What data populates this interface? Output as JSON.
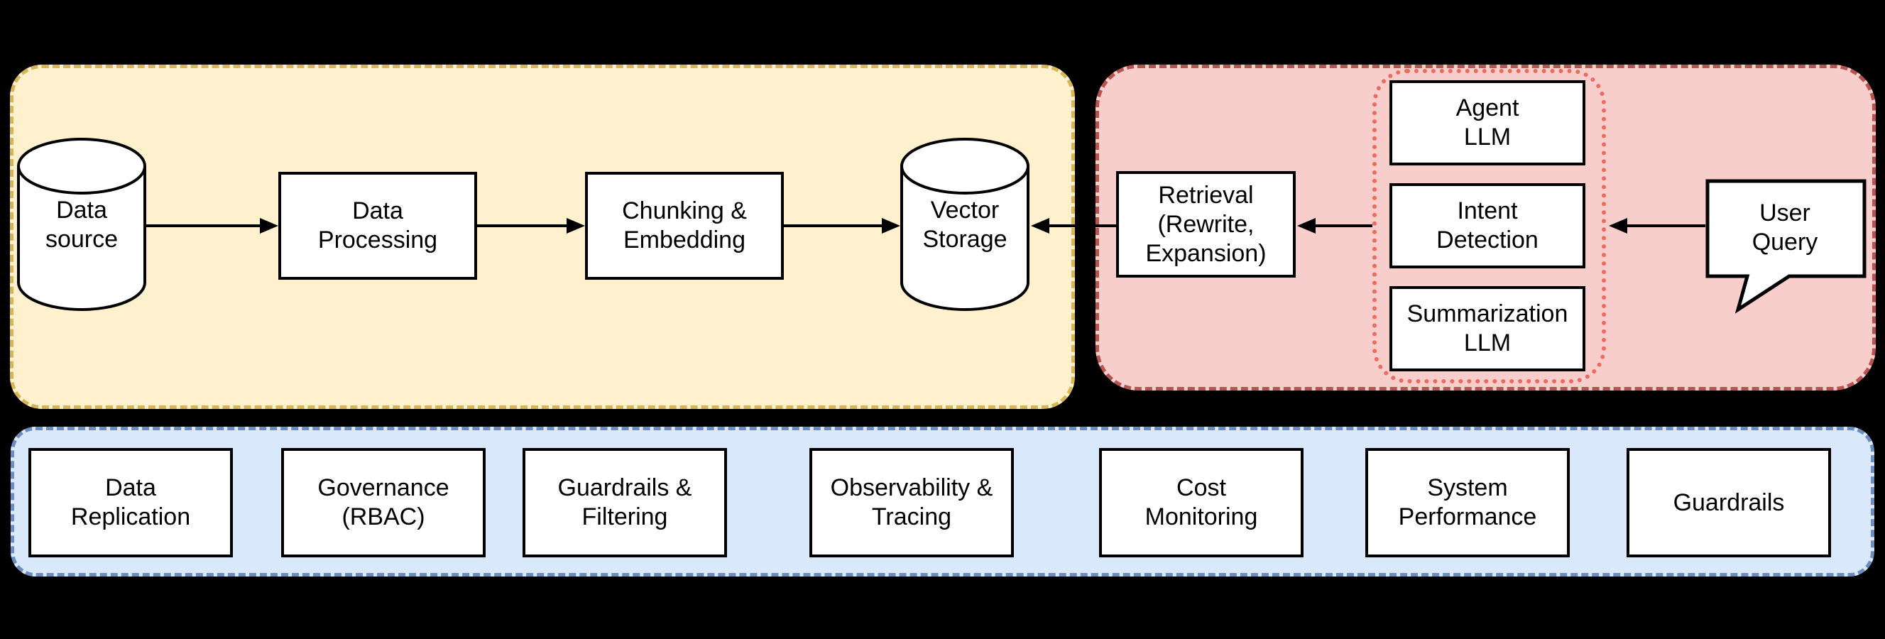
{
  "diagram": {
    "background": "#000000",
    "ingestion_panel": {
      "fill": "#fff1cd",
      "stroke": "#d6b656",
      "nodes": {
        "data_source": {
          "label": "Data\nsource"
        },
        "data_processing": {
          "label": "Data\nProcessing"
        },
        "chunking_embedding": {
          "label": "Chunking &\nEmbedding"
        },
        "vector_storage": {
          "label": "Vector\nStorage"
        }
      }
    },
    "query_panel": {
      "fill": "#f8cecc",
      "stroke": "#b85450",
      "nodes": {
        "retrieval": {
          "label": "Retrieval\n(Rewrite,\nExpansion)"
        },
        "user_query": {
          "label": "User\nQuery"
        }
      },
      "llm_group": {
        "stroke": "#ec6a5e",
        "nodes": {
          "agent_llm": {
            "label": "Agent\nLLM"
          },
          "intent_detection": {
            "label": "Intent\nDetection"
          },
          "summarization_llm": {
            "label": "Summarization\nLLM"
          }
        }
      }
    },
    "platform_panel": {
      "fill": "#dae8fc",
      "stroke": "#6c8ebf",
      "items": [
        {
          "label": "Data\nReplication"
        },
        {
          "label": "Governance\n(RBAC)"
        },
        {
          "label": "Guardrails &\nFiltering"
        },
        {
          "label": "Observability &\nTracing"
        },
        {
          "label": "Cost\nMonitoring"
        },
        {
          "label": "System\nPerformance"
        },
        {
          "label": "Guardrails"
        }
      ]
    }
  }
}
